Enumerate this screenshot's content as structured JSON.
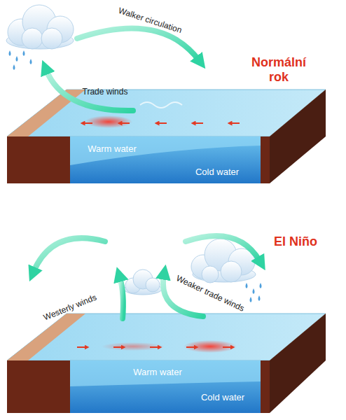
{
  "diagram": {
    "labels": [
      "Walker circulation",
      "Normální rok",
      "Trade winds",
      "Warm water",
      "Cold water",
      "El Niño",
      "Westerly winds",
      "Weaker trade winds",
      "Warm water",
      "Cold water"
    ]
  }
}
